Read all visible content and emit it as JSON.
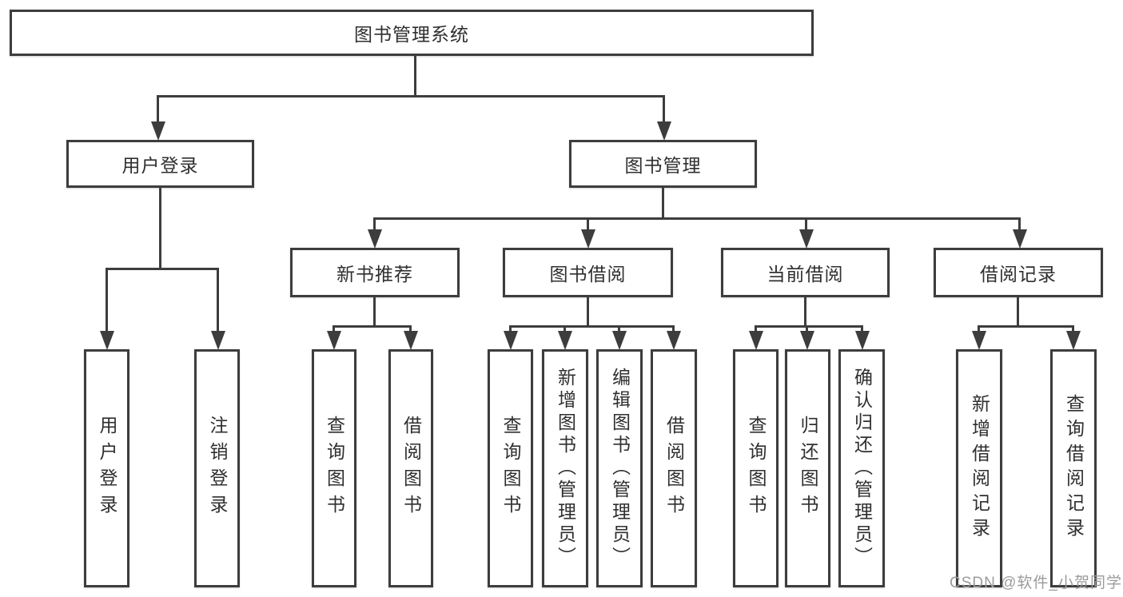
{
  "tree": {
    "root": {
      "label": "图书管理系统"
    },
    "branches": [
      {
        "label": "用户登录",
        "children": [
          {
            "label": "用户登录"
          },
          {
            "label": "注销登录"
          }
        ]
      },
      {
        "label": "图书管理",
        "children": [
          {
            "label": "新书推荐",
            "children": [
              {
                "label": "查询图书"
              },
              {
                "label": "借阅图书"
              }
            ]
          },
          {
            "label": "图书借阅",
            "children": [
              {
                "label": "查询图书"
              },
              {
                "label": "新增图书（管理员）"
              },
              {
                "label": "编辑图书（管理员）"
              },
              {
                "label": "借阅图书"
              }
            ]
          },
          {
            "label": "当前借阅",
            "children": [
              {
                "label": "查询图书"
              },
              {
                "label": "归还图书"
              },
              {
                "label": "确认归还（管理员）"
              }
            ]
          },
          {
            "label": "借阅记录",
            "children": [
              {
                "label": "新增借阅记录"
              },
              {
                "label": "查询借阅记录"
              }
            ]
          }
        ]
      }
    ]
  },
  "watermark": {
    "text": "CSDN @软件_小贺同学"
  },
  "colors": {
    "line": "#3d3d3d",
    "text": "#2f2f2f",
    "watermark": "#9b9b9b",
    "background": "#ffffff"
  }
}
